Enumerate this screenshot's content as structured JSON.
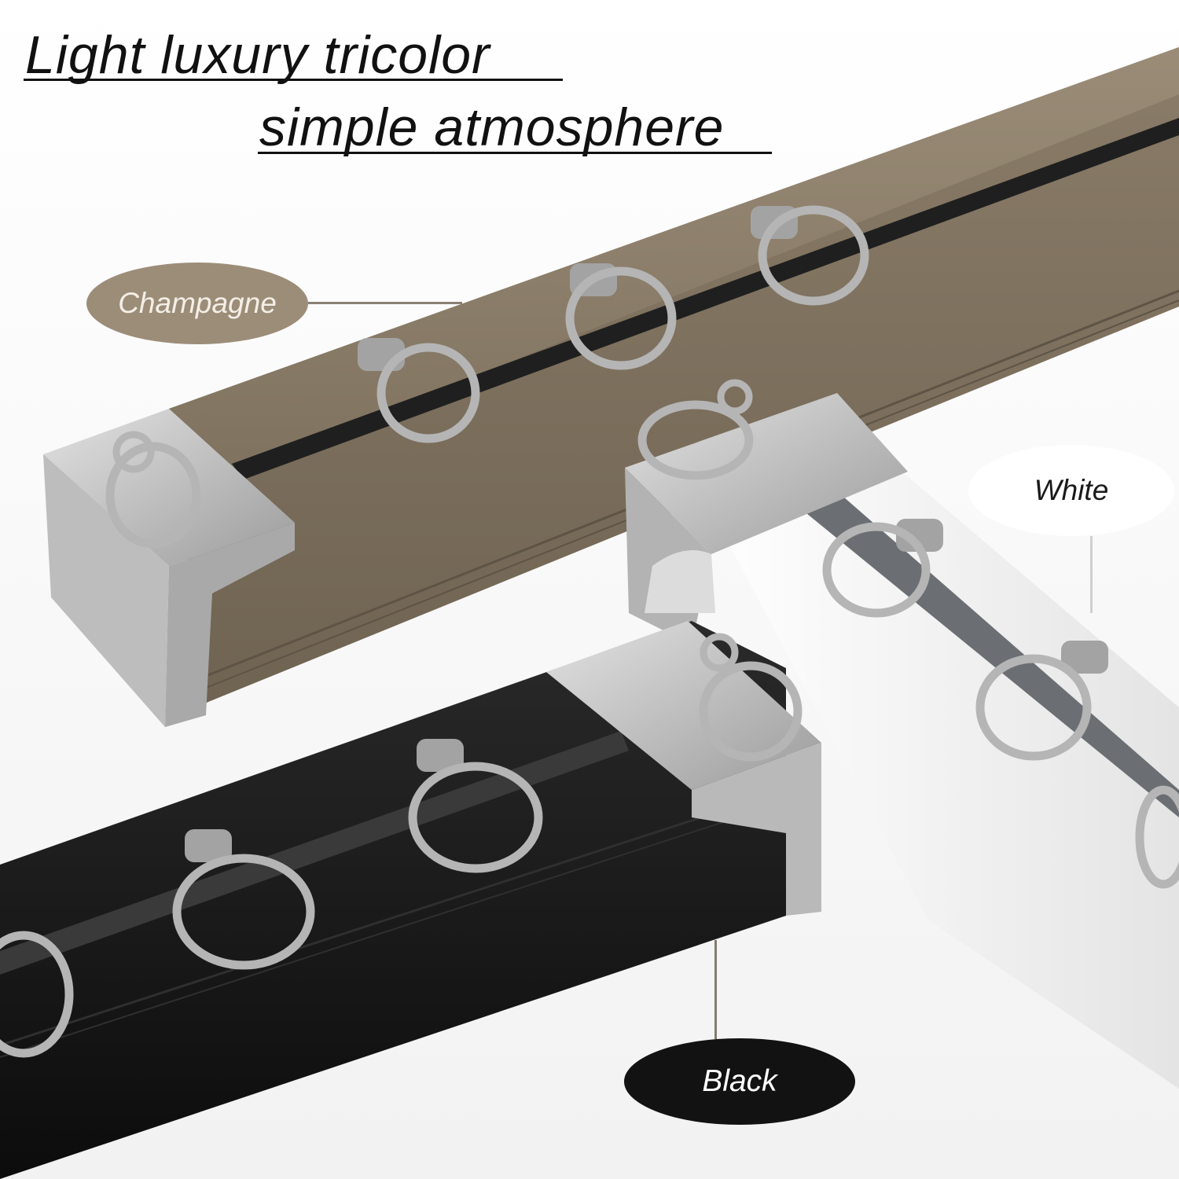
{
  "headline": {
    "line1": "Light luxury tricolor",
    "line2": "simple atmosphere"
  },
  "variants": {
    "champagne": {
      "label": "Champagne",
      "color": "#8b7d69",
      "bubble_color": "#9c8d79",
      "label_color": "#f4efe6"
    },
    "white": {
      "label": "White",
      "color": "#e9e9e9",
      "bubble_color": "#ffffff",
      "label_color": "#1a1a1a"
    },
    "black": {
      "label": "Black",
      "color": "#141414",
      "bubble_color": "#121212",
      "label_color": "#ffffff"
    }
  },
  "hardware": {
    "cap_color": "#c5c5c5",
    "ring_color": "#b9b9b9"
  }
}
